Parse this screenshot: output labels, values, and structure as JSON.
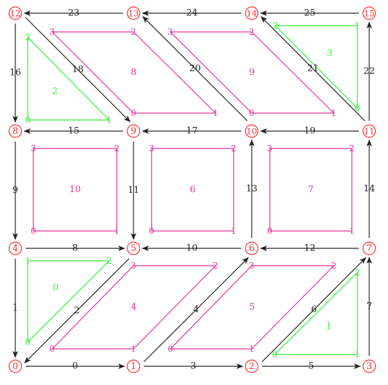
{
  "colors": {
    "vertex": "#ff2a2a",
    "edge": "#222222",
    "quad": "#e0309a",
    "triangle": "#33ee33"
  },
  "vertices": [
    "0",
    "1",
    "2",
    "3",
    "4",
    "5",
    "6",
    "7",
    "8",
    "9",
    "10",
    "11",
    "12",
    "13",
    "14",
    "15"
  ],
  "edges": [
    {
      "from": "0",
      "to": "1",
      "label": "0"
    },
    {
      "from": "4",
      "to": "0",
      "label": "1"
    },
    {
      "from": "5",
      "to": "0",
      "label": "2"
    },
    {
      "from": "1",
      "to": "2",
      "label": "3"
    },
    {
      "from": "1",
      "to": "6",
      "label": "4"
    },
    {
      "from": "2",
      "to": "3",
      "label": "5"
    },
    {
      "from": "2",
      "to": "7",
      "label": "6"
    },
    {
      "from": "3",
      "to": "7",
      "label": "7"
    },
    {
      "from": "4",
      "to": "5",
      "label": "8"
    },
    {
      "from": "8",
      "to": "4",
      "label": "9"
    },
    {
      "from": "6",
      "to": "5",
      "label": "10"
    },
    {
      "from": "9",
      "to": "5",
      "label": "11"
    },
    {
      "from": "7",
      "to": "6",
      "label": "12"
    },
    {
      "from": "6",
      "to": "10",
      "label": "13"
    },
    {
      "from": "7",
      "to": "11",
      "label": "14"
    },
    {
      "from": "9",
      "to": "8",
      "label": "15"
    },
    {
      "from": "12",
      "to": "8",
      "label": "16"
    },
    {
      "from": "10",
      "to": "9",
      "label": "17"
    },
    {
      "from": "12",
      "to": "9",
      "label": "18"
    },
    {
      "from": "11",
      "to": "10",
      "label": "19"
    },
    {
      "from": "10",
      "to": "13",
      "label": "20"
    },
    {
      "from": "11",
      "to": "14",
      "label": "21"
    },
    {
      "from": "11",
      "to": "15",
      "label": "22"
    },
    {
      "from": "13",
      "to": "12",
      "label": "23"
    },
    {
      "from": "14",
      "to": "13",
      "label": "24"
    },
    {
      "from": "15",
      "to": "14",
      "label": "25"
    }
  ],
  "quads": [
    {
      "label": "4",
      "corners": [
        "0",
        "1",
        "2",
        "3"
      ]
    },
    {
      "label": "5",
      "corners": [
        "0",
        "1",
        "2",
        "3"
      ]
    },
    {
      "label": "10",
      "corners": [
        "0",
        "1",
        "2",
        "3"
      ]
    },
    {
      "label": "6",
      "corners": [
        "0",
        "1",
        "2",
        "3"
      ]
    },
    {
      "label": "7",
      "corners": [
        "0",
        "1",
        "2",
        "3"
      ]
    },
    {
      "label": "8",
      "corners": [
        "0",
        "1",
        "2",
        "3"
      ]
    },
    {
      "label": "9",
      "corners": [
        "0",
        "1",
        "2",
        "3"
      ]
    }
  ],
  "triangles": [
    {
      "label": "0",
      "corners": [
        "0",
        "1",
        "2"
      ]
    },
    {
      "label": "1",
      "corners": [
        "0",
        "1",
        "2"
      ]
    },
    {
      "label": "2",
      "corners": [
        "0",
        "1",
        "2"
      ]
    },
    {
      "label": "3",
      "corners": [
        "0",
        "1",
        "2"
      ]
    }
  ]
}
